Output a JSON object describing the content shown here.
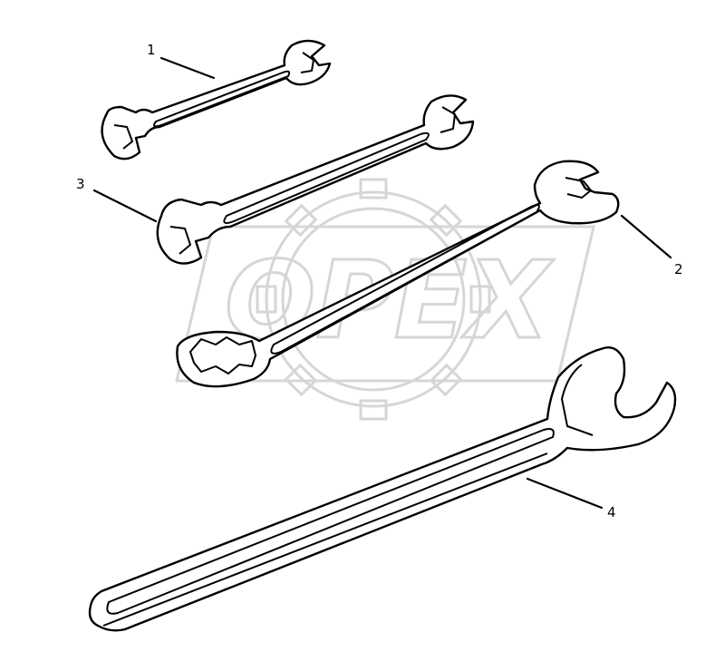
{
  "watermark": {
    "logo_text": "OPEX",
    "color": "#d6d6d6"
  },
  "colors": {
    "ink": "#000000",
    "background": "#ffffff"
  },
  "callouts": [
    {
      "id": "1",
      "label": "1",
      "part": "small-double-open-end-wrench"
    },
    {
      "id": "2",
      "label": "2",
      "part": "combination-wrench"
    },
    {
      "id": "3",
      "label": "3",
      "part": "double-open-end-wrench"
    },
    {
      "id": "4",
      "label": "4",
      "part": "large-single-open-end-wrench"
    }
  ]
}
